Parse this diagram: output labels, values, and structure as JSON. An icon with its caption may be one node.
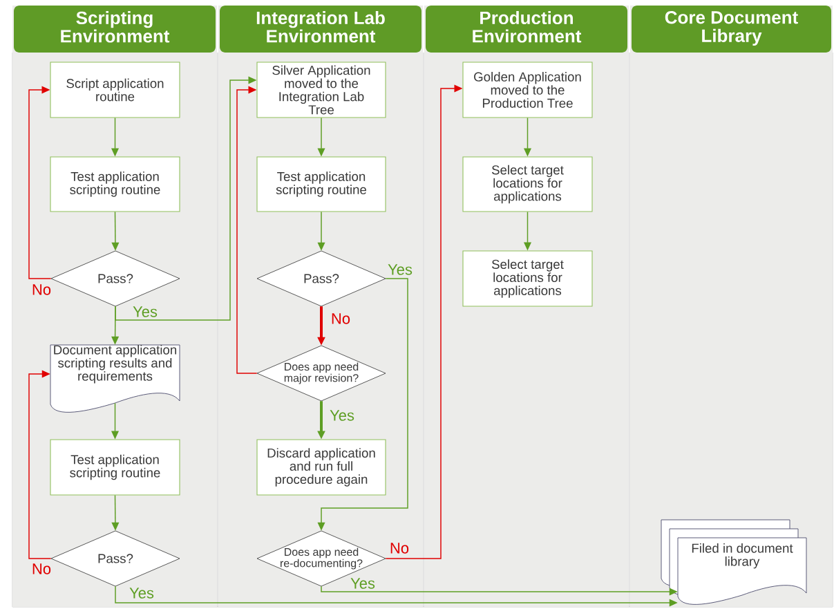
{
  "diagram": {
    "nodes": [
      {
        "text": [
          "Scripting Environment"
        ]
      },
      {
        "text": [
          "Integration Lab Environment"
        ]
      },
      {
        "text": [
          "Production Environment"
        ]
      },
      {
        "text": [
          "Core Document Library"
        ]
      },
      {
        "text": [
          "Script application routine"
        ],
        "in": 0
      },
      {
        "text": [
          "Test application scripting routine"
        ],
        "in": 0
      },
      {
        "text": [
          "Pass?"
        ],
        "in": 0
      },
      {
        "text": [
          "Document application scripting results and requirements"
        ],
        "in": 0
      },
      {
        "text": [
          "Test application scripting routine"
        ],
        "in": 0
      },
      {
        "text": [
          "Pass?"
        ],
        "in": 0
      },
      {
        "text": [
          "Silver Application moved to the Integration Lab Tree"
        ],
        "in": 1
      },
      {
        "text": [
          "Test application scripting routine"
        ],
        "in": 1
      },
      {
        "text": [
          "Pass?"
        ],
        "in": 1
      },
      {
        "text": [
          "Does app need major revision?"
        ],
        "in": 1
      },
      {
        "text": [
          "Discard application and run full procedure again"
        ],
        "in": 1
      },
      {
        "text": [
          "Does app need re-documenting?"
        ],
        "in": 1
      },
      {
        "text": [
          "Golden Application moved to the Production Tree"
        ],
        "in": 2
      },
      {
        "text": [
          "Select target locations for applications"
        ],
        "in": 2
      },
      {
        "text": [
          "Select target locations for applications"
        ],
        "in": 2
      },
      {
        "text": [
          "Filed in document library"
        ],
        "in": 3
      }
    ],
    "edges": [
      {
        "from": 4,
        "to": 5,
        "arrow": "to"
      },
      {
        "from": 5,
        "to": 6,
        "arrow": "to"
      },
      {
        "from": 6,
        "to": 4,
        "arrow": "to",
        "label": "No",
        "color": "#e00000"
      },
      {
        "from": 6,
        "to": 7,
        "arrow": "to"
      },
      {
        "from": 6,
        "to": 10,
        "arrow": "to",
        "label": "Yes"
      },
      {
        "from": 7,
        "to": 8,
        "arrow": "to"
      },
      {
        "from": 8,
        "to": 9,
        "arrow": "to"
      },
      {
        "from": 9,
        "to": 7,
        "arrow": "to",
        "label": "No",
        "color": "#e00000"
      },
      {
        "from": 9,
        "to": 19,
        "arrow": "to",
        "label": "Yes"
      },
      {
        "from": 10,
        "to": 11,
        "arrow": "to"
      },
      {
        "from": 11,
        "to": 12,
        "arrow": "to"
      },
      {
        "from": 12,
        "to": 13,
        "arrow": "to",
        "label": "No",
        "style": "thick",
        "color": "#e00000"
      },
      {
        "from": 13,
        "to": 10,
        "arrow": "to",
        "color": "#e00000"
      },
      {
        "from": 13,
        "to": 14,
        "arrow": "to",
        "label": "Yes",
        "style": "thick"
      },
      {
        "from": 12,
        "to": 15,
        "arrow": "to",
        "label": "Yes"
      },
      {
        "from": 15,
        "to": 16,
        "arrow": "to",
        "label": "No",
        "color": "#e00000"
      },
      {
        "from": 15,
        "to": 19,
        "arrow": "to",
        "label": "Yes"
      },
      {
        "from": 16,
        "to": 17,
        "arrow": "to"
      },
      {
        "from": 17,
        "to": 18,
        "arrow": "to"
      }
    ]
  }
}
